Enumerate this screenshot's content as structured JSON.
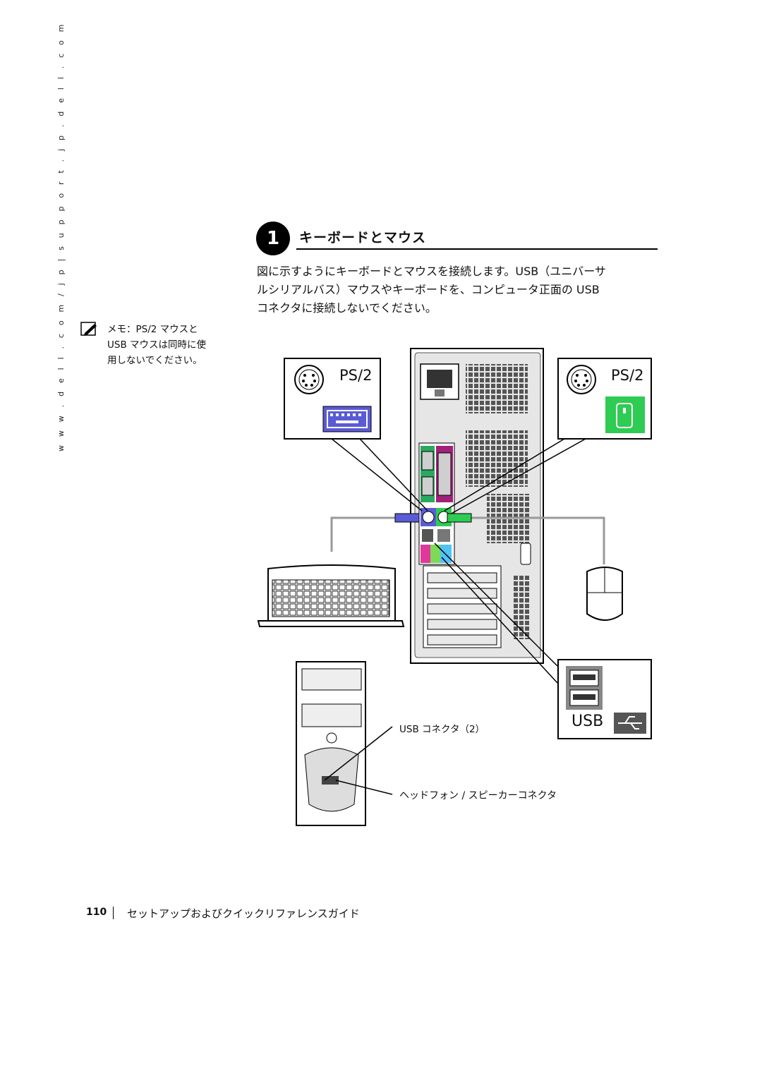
{
  "sidebar": {
    "url": "w w w . d e l l . c o m / j p  |  s u p p o r t . j p . d e l l . c o m"
  },
  "step": {
    "number": "1",
    "title": "キーボードとマウス"
  },
  "body": {
    "line1": "図に示すようにキーボードとマウスを接続します。USB（ユニバーサ",
    "line2": "ルシリアルバス）マウスやキーボードを、コンピュータ正面の USB",
    "line3": "コネクタに接続しないでください。"
  },
  "note": {
    "line1": "メモ：PS/2 マウスと",
    "line2": "USB マウスは同時に使",
    "line3": "用しないでください。"
  },
  "callouts": {
    "ps2_left": "PS/2",
    "ps2_right": "PS/2",
    "usb": "USB",
    "usb_connectors": "USB コネクタ（2）",
    "headphone": "ヘッドフォン / スピーカーコネクタ"
  },
  "colors": {
    "keyboard_port": "#5b5bd6",
    "mouse_port": "#2ecc52",
    "usb_icon_bg": "#555555"
  },
  "footer": {
    "page": "110",
    "title": "セットアップおよびクイックリファレンスガイド"
  }
}
